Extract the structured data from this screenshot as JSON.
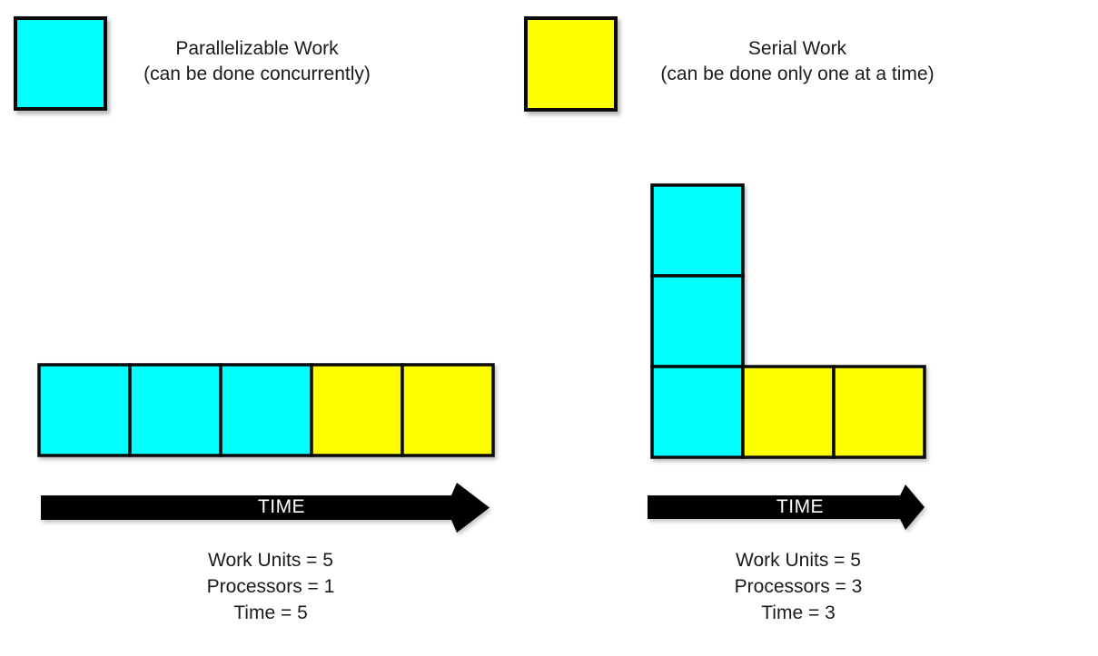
{
  "colors": {
    "parallel": "#00ffff",
    "serial": "#ffff00",
    "block_border": "#0a0a0a",
    "arrow": "#000000",
    "arrow_label_color": "#ffffff",
    "text": "#1a1a1a",
    "background": "#ffffff"
  },
  "legend": {
    "parallel": {
      "title": "Parallelizable Work",
      "subtitle": "(can be done concurrently)"
    },
    "serial": {
      "title": "Serial Work",
      "subtitle": "(can be done only one at a time)"
    }
  },
  "diagrams": [
    {
      "name": "one-processor",
      "arrow_label": "TIME",
      "blocks": [
        {
          "col": 0,
          "row": 0,
          "type": "parallel"
        },
        {
          "col": 1,
          "row": 0,
          "type": "parallel"
        },
        {
          "col": 2,
          "row": 0,
          "type": "parallel"
        },
        {
          "col": 3,
          "row": 0,
          "type": "serial"
        },
        {
          "col": 4,
          "row": 0,
          "type": "serial"
        }
      ],
      "stats": {
        "work_units": "Work Units = 5",
        "processors": "Processors = 1",
        "time": "Time = 5"
      }
    },
    {
      "name": "three-processors",
      "arrow_label": "TIME",
      "blocks": [
        {
          "col": 0,
          "row": 0,
          "type": "parallel"
        },
        {
          "col": 0,
          "row": 1,
          "type": "parallel"
        },
        {
          "col": 0,
          "row": 2,
          "type": "parallel"
        },
        {
          "col": 1,
          "row": 2,
          "type": "serial"
        },
        {
          "col": 2,
          "row": 2,
          "type": "serial"
        }
      ],
      "stats": {
        "work_units": "Work Units = 5",
        "processors": "Processors = 3",
        "time": "Time = 3"
      }
    }
  ]
}
